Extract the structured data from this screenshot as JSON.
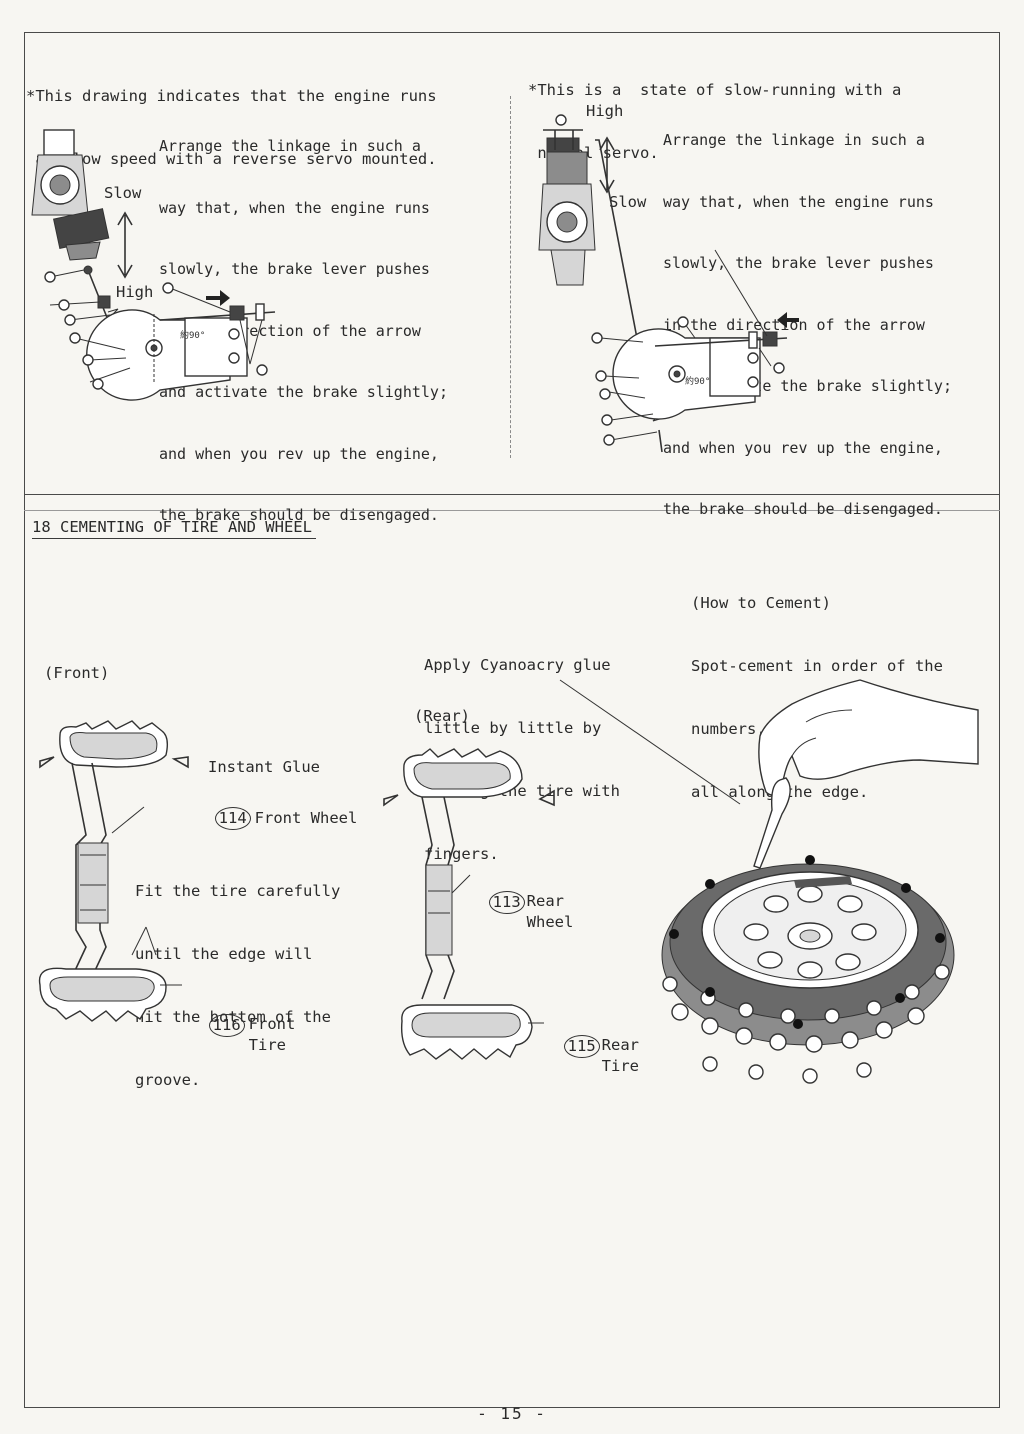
{
  "top_left": {
    "note_lines": [
      "*This drawing indicates that the engine runs",
      " at slow speed with a reverse servo mounted."
    ],
    "instruction_lines": [
      "Arrange the linkage in such a",
      "way that, when the engine runs",
      "slowly, the brake lever pushes",
      "in the direction of the arrow",
      "and activate the brake slightly;",
      "and when you rev up the engine,",
      "the brake should be disengaged."
    ],
    "label_slow": "Slow",
    "label_high": "High",
    "angle_label": "約90°"
  },
  "top_right": {
    "note_lines": [
      "*This is a  state of slow-running with a",
      " normal servo."
    ],
    "instruction_lines": [
      "Arrange the linkage in such a",
      "way that, when the engine runs",
      "slowly, the brake lever pushes",
      "in the direction of the arrow",
      "and activate the brake slightly;",
      "and when you rev up the engine,",
      "the brake should be disengaged."
    ],
    "label_high": "High",
    "label_slow": "Slow",
    "angle_label": "約90°"
  },
  "section": {
    "title": "18 CEMENTING OF TIRE AND WHEEL",
    "front_label": "(Front)",
    "rear_label": "(Rear)",
    "instant_glue": "Instant Glue",
    "front_wheel_num": "114",
    "front_wheel_label": "Front Wheel",
    "fit_lines": [
      "Fit the tire carefully",
      "until the edge will",
      "hit the bottom of the",
      "groove."
    ],
    "front_tire_num": "116",
    "front_tire_label": [
      "Front",
      "Tire"
    ],
    "rear_wheel_num": "113",
    "rear_wheel_label": [
      "Rear",
      "Wheel"
    ],
    "rear_tire_num": "115",
    "rear_tire_label": [
      "Rear",
      "Tire"
    ],
    "apply_lines": [
      "Apply Cyanoacry glue",
      "little by little by",
      "holding the tire with",
      "fingers."
    ],
    "howto_lines": [
      "(How to Cement)",
      "Spot-cement in order of the",
      "numbers, then apply cement",
      "all along the edge."
    ]
  },
  "page_number": "-  15  -"
}
